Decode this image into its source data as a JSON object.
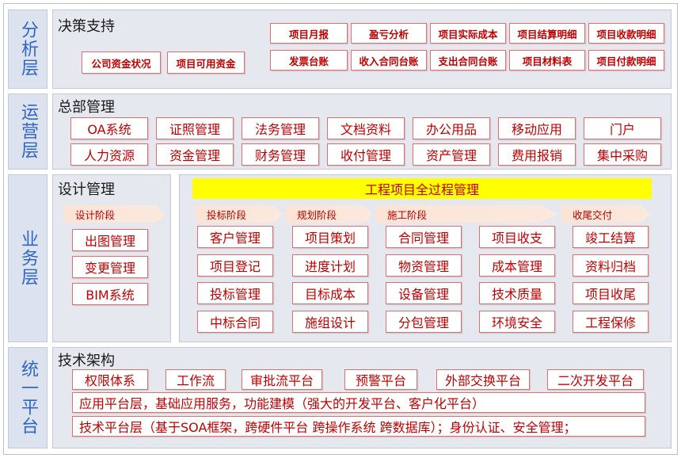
{
  "layers": {
    "analysis": "分析层",
    "operation": "运营层",
    "business": "业务层",
    "platform": "统一平台"
  },
  "decision": {
    "title": "决策支持",
    "left": [
      "公司资金状况",
      "项目可用资金"
    ],
    "row1": [
      "项目月报",
      "盈亏分析",
      "项目实际成本",
      "项目结算明细",
      "项目收款明细"
    ],
    "row2": [
      "发票台账",
      "收入合同台账",
      "支出合同台账",
      "项目材料表",
      "项目付款明细"
    ]
  },
  "hq": {
    "title": "总部管理",
    "row1": [
      "OA系统",
      "证照管理",
      "法务管理",
      "文档资料",
      "办公用品",
      "移动应用",
      "门户"
    ],
    "row2": [
      "人力资源",
      "资金管理",
      "财务管理",
      "收付管理",
      "资产管理",
      "费用报销",
      "集中采购"
    ]
  },
  "design": {
    "title": "设计管理",
    "phase": "设计阶段",
    "items": [
      "出图管理",
      "变更管理",
      "BIM系统"
    ]
  },
  "project": {
    "title": "工程项目全过程管理",
    "phases": [
      "投标阶段",
      "规划阶段",
      "施工阶段",
      "收尾交付"
    ],
    "columns": [
      [
        "客户管理",
        "项目登记",
        "投标管理",
        "中标合同"
      ],
      [
        "项目策划",
        "进度计划",
        "目标成本",
        "施组设计"
      ],
      [
        "合同管理",
        "物资管理",
        "设备管理",
        "分包管理"
      ],
      [
        "项目收支",
        "成本管理",
        "技术质量",
        "环境安全"
      ],
      [
        "竣工结算",
        "资料归档",
        "项目收尾",
        "工程保修"
      ]
    ]
  },
  "tech": {
    "title": "技术架构",
    "items": [
      "权限体系",
      "工作流",
      "审批流平台",
      "预警平台",
      "外部交换平台",
      "二次开发平台"
    ],
    "app_layer": "应用平台层，基础应用服务，功能建模（强大的开发平台、客户化平台）",
    "tech_layer": "技术平台层（基于SOA框架，跨硬件平台 跨操作系统 跨数据库）；身份认证、安全管理；"
  },
  "colors": {
    "layer_text": "#2f66c8",
    "box_text": "#c00000",
    "highlight": "#ffff00",
    "panel_bg": "#e6e8ef"
  }
}
